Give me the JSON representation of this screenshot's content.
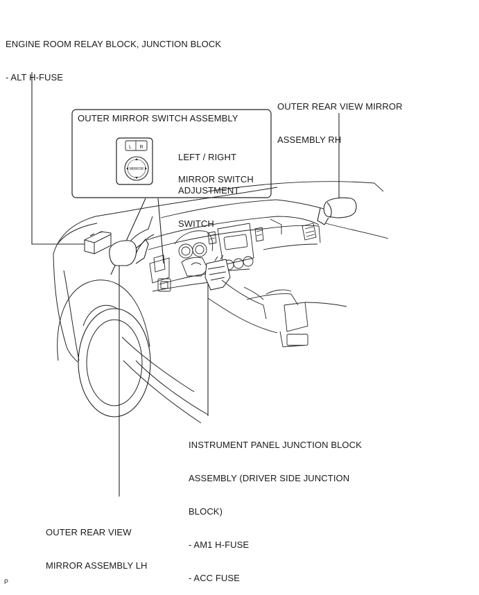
{
  "labels": {
    "engine_room": [
      "ENGINE ROOM RELAY BLOCK, JUNCTION BLOCK",
      "- ALT H-FUSE"
    ],
    "mirror_rh": [
      "OUTER REAR VIEW MIRROR",
      "ASSEMBLY RH"
    ],
    "switch_assembly": "OUTER MIRROR SWITCH ASSEMBLY",
    "lr_switch": [
      "LEFT / RIGHT",
      "ADJUSTMENT",
      "SWITCH"
    ],
    "mirror_switch": "MIRROR SWITCH",
    "ip_junction": [
      "INSTRUMENT PANEL JUNCTION BLOCK",
      "ASSEMBLY (DRIVER SIDE JUNCTION",
      "BLOCK)",
      "- AM1 H-FUSE",
      "- ACC FUSE"
    ],
    "mirror_lh": [
      "OUTER REAR VIEW",
      "MIRROR ASSEMBLY LH"
    ],
    "corner_mark": "P"
  },
  "switch_glyphs": {
    "l_key": "L",
    "r_key": "R",
    "mirror_key": "MIRROR"
  },
  "colors": {
    "line": "#222222",
    "text": "#1a1a1a",
    "background": "#ffffff"
  }
}
